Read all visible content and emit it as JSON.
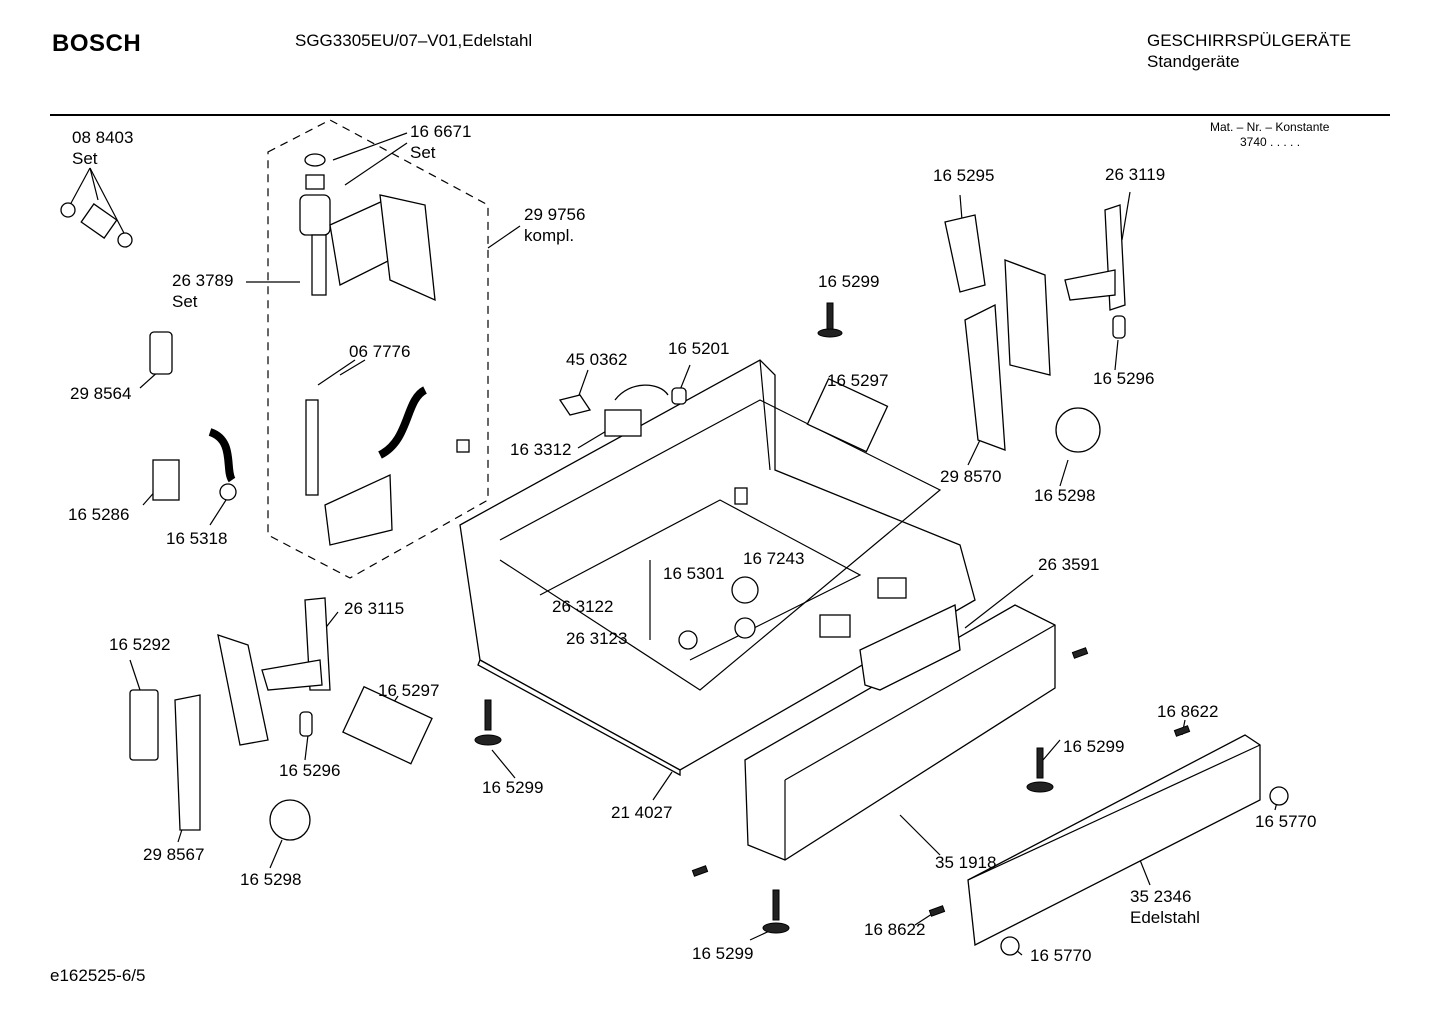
{
  "header": {
    "brand": "BOSCH",
    "model": "SGG3305EU/07–V01,Edelstahl",
    "category_line1": "GESCHIRRSPÜLGERÄTE",
    "category_line2": "Standgeräte"
  },
  "mat": {
    "line1": "Mat. – Nr. – Konstante",
    "line2": "3740  .  .  .  .  ."
  },
  "footer": {
    "code": "e162525-6/5"
  },
  "labels": {
    "l01": "08 8403",
    "l01b": "Set",
    "l02": "16 6671",
    "l02b": "Set",
    "l03": "29 9756",
    "l03b": "kompl.",
    "l04": "26 3789",
    "l04b": "Set",
    "l05": "06 7776",
    "l06": "29 8564",
    "l07": "16 5286",
    "l08": "16 5318",
    "l09": "45 0362",
    "l10": "16 5201",
    "l11": "16 3312",
    "l12": "16 5299",
    "l13": "16 5297",
    "l14": "16 5295",
    "l15": "26 3119",
    "l16": "16 5296",
    "l17": "29 8570",
    "l18": "16 5298",
    "l19": "16 7243",
    "l20": "16 5301",
    "l21": "26 3122",
    "l22": "26 3123",
    "l23": "26 3591",
    "l24": "26 3115",
    "l25": "16 5292",
    "l26": "16 5297",
    "l27": "16 5296",
    "l28": "29 8567",
    "l29": "16 5298",
    "l30": "16 5299",
    "l31": "21 4027",
    "l32": "16 5299",
    "l33": "16 8622",
    "l34": "16 5770",
    "l35": "35 1918",
    "l36": "35 2346",
    "l36b": "Edelstahl",
    "l37": "16 8622",
    "l38": "16 5770",
    "l39": "16 5299"
  }
}
